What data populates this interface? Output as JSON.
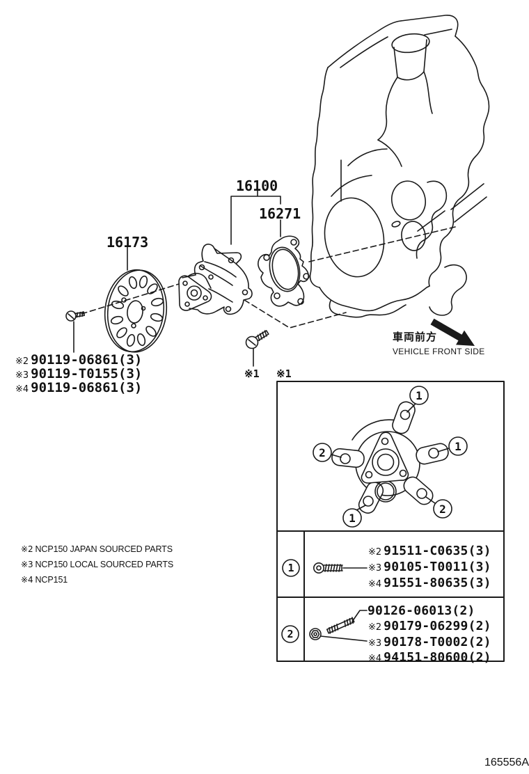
{
  "page": {
    "doc_code": "165556A"
  },
  "parts": {
    "pump_label": "16100",
    "gasket_label": "16271",
    "pulley_label": "16173",
    "bolt_ref": "※1"
  },
  "pulley_bolts": [
    {
      "ref": "※2",
      "pn": "90119-06861(3)"
    },
    {
      "ref": "※3",
      "pn": "90119-T0155(3)"
    },
    {
      "ref": "※4",
      "pn": "90119-06861(3)"
    }
  ],
  "direction": {
    "jp": "車両前方",
    "en": "VEHICLE FRONT SIDE"
  },
  "inset": {
    "ref": "※1",
    "callout_1": "1",
    "callout_2": "2"
  },
  "table": {
    "rows": [
      {
        "key": "1",
        "parts": [
          {
            "ref": "※2",
            "pn": "91511-C0635(3)"
          },
          {
            "ref": "※3",
            "pn": "90105-T0011(3)"
          },
          {
            "ref": "※4",
            "pn": "91551-80635(3)"
          }
        ]
      },
      {
        "key": "2",
        "parts": [
          {
            "ref": "",
            "pn": "90126-06013(2)"
          },
          {
            "ref": "※2",
            "pn": "90179-06299(2)"
          },
          {
            "ref": "※3",
            "pn": "90178-T0002(2)"
          },
          {
            "ref": "※4",
            "pn": "94151-80600(2)"
          }
        ]
      }
    ]
  },
  "notes": [
    {
      "ref": "※2",
      "text": "NCP150 JAPAN SOURCED PARTS"
    },
    {
      "ref": "※3",
      "text": "NCP150 LOCAL SOURCED PARTS"
    },
    {
      "ref": "※4",
      "text": "NCP151"
    }
  ]
}
